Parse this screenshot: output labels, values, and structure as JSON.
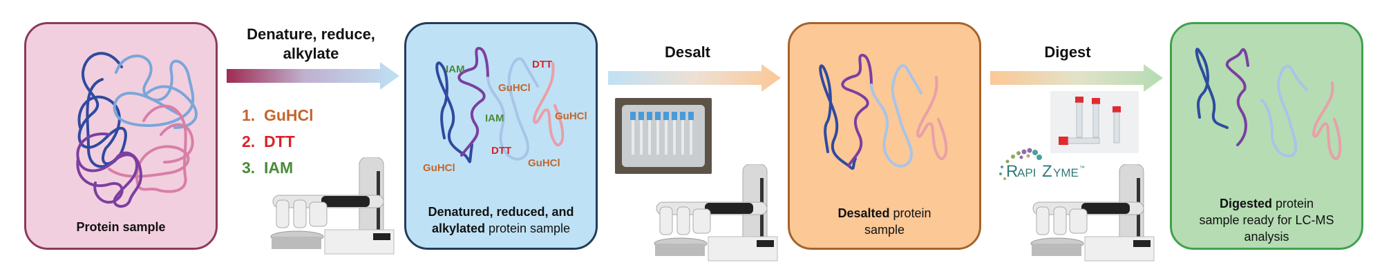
{
  "title": "Automated protein sample preparation workflow",
  "colors": {
    "guhcl": "#c2662c",
    "dtt": "#d9222a",
    "iam": "#4a8a3a",
    "chain_blue": "#2f4aa0",
    "chain_purple": "#7b3fa0",
    "chain_lightblue": "#a9c4e8",
    "chain_pink": "#e8a0a8"
  },
  "boxes": [
    {
      "id": "protein-sample",
      "caption_bold": "Protein sample",
      "caption_rest": "",
      "bg": "#f2cfde",
      "border": "#8c3a5a"
    },
    {
      "id": "denatured",
      "caption_line1_bold": "Denatured, reduced, and",
      "caption_line2_bold": "alkylated",
      "caption_line2_rest": " protein sample",
      "bg": "#bfe1f5",
      "border": "#233c5a"
    },
    {
      "id": "desalted",
      "caption_bold": "Desalted",
      "caption_rest": " protein",
      "caption_line2": "sample",
      "bg": "#fbc896",
      "border": "#a6622b"
    },
    {
      "id": "digested",
      "caption_bold": "Digested",
      "caption_rest": " protein",
      "caption_line2": "sample ready for LC-MS",
      "caption_line3": "analysis",
      "bg": "#b5dcb3",
      "border": "#3fa14c"
    }
  ],
  "steps": [
    {
      "label_line1": "Denature, reduce,",
      "label_line2": "alkylate",
      "from_color": "#9e2b52",
      "to_color": "#bfe1f5"
    },
    {
      "label": "Desalt",
      "from_color": "#bfe1f5",
      "to_color": "#fbc896"
    },
    {
      "label": "Digest",
      "from_color": "#fbc896",
      "to_color": "#b5dcb3"
    }
  ],
  "reagents": [
    {
      "number": "1.",
      "name": "GuHCl"
    },
    {
      "number": "2.",
      "name": "DTT"
    },
    {
      "number": "3.",
      "name": "IAM"
    }
  ],
  "box2_tags": {
    "iam_top": "IAM",
    "dtt_top": "DTT",
    "guhcl_mid": "GuHCl",
    "iam_mid": "IAM",
    "guhcl_right": "GuHCl",
    "dtt_mid": "DTT",
    "guhcl_bottom_left": "GuHCl",
    "guhcl_bottom_right": "GuHCl"
  },
  "logo": {
    "text_a": "R",
    "text_b": "API ",
    "text_c": "Z",
    "text_d": "YME",
    "tm": "™"
  }
}
